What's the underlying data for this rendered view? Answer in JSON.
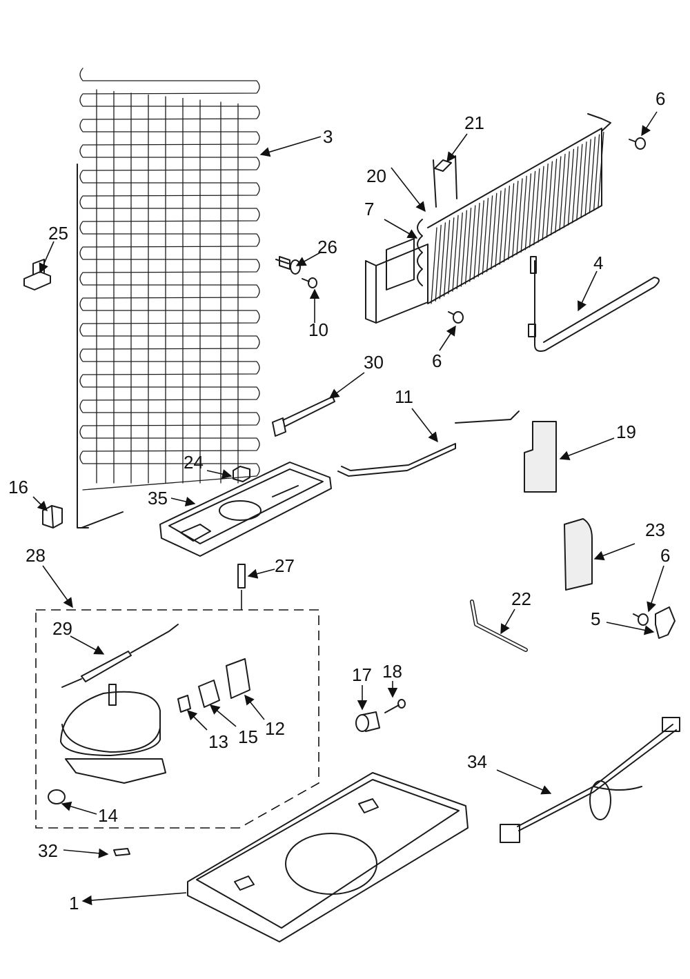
{
  "diagram": {
    "callouts": [
      {
        "id": "1",
        "text": "1"
      },
      {
        "id": "3",
        "text": "3"
      },
      {
        "id": "4",
        "text": "4"
      },
      {
        "id": "5",
        "text": "5"
      },
      {
        "id": "6a",
        "text": "6"
      },
      {
        "id": "6b",
        "text": "6"
      },
      {
        "id": "6c",
        "text": "6"
      },
      {
        "id": "7",
        "text": "7"
      },
      {
        "id": "10",
        "text": "10"
      },
      {
        "id": "11",
        "text": "11"
      },
      {
        "id": "12",
        "text": "12"
      },
      {
        "id": "13",
        "text": "13"
      },
      {
        "id": "14",
        "text": "14"
      },
      {
        "id": "15",
        "text": "15"
      },
      {
        "id": "16",
        "text": "16"
      },
      {
        "id": "17",
        "text": "17"
      },
      {
        "id": "18",
        "text": "18"
      },
      {
        "id": "19",
        "text": "19"
      },
      {
        "id": "20",
        "text": "20"
      },
      {
        "id": "21",
        "text": "21"
      },
      {
        "id": "22",
        "text": "22"
      },
      {
        "id": "23",
        "text": "23"
      },
      {
        "id": "24",
        "text": "24"
      },
      {
        "id": "25",
        "text": "25"
      },
      {
        "id": "26",
        "text": "26"
      },
      {
        "id": "27",
        "text": "27"
      },
      {
        "id": "28",
        "text": "28"
      },
      {
        "id": "29",
        "text": "29"
      },
      {
        "id": "30",
        "text": "30"
      },
      {
        "id": "32",
        "text": "32"
      },
      {
        "id": "34",
        "text": "34"
      },
      {
        "id": "35",
        "text": "35"
      }
    ]
  }
}
